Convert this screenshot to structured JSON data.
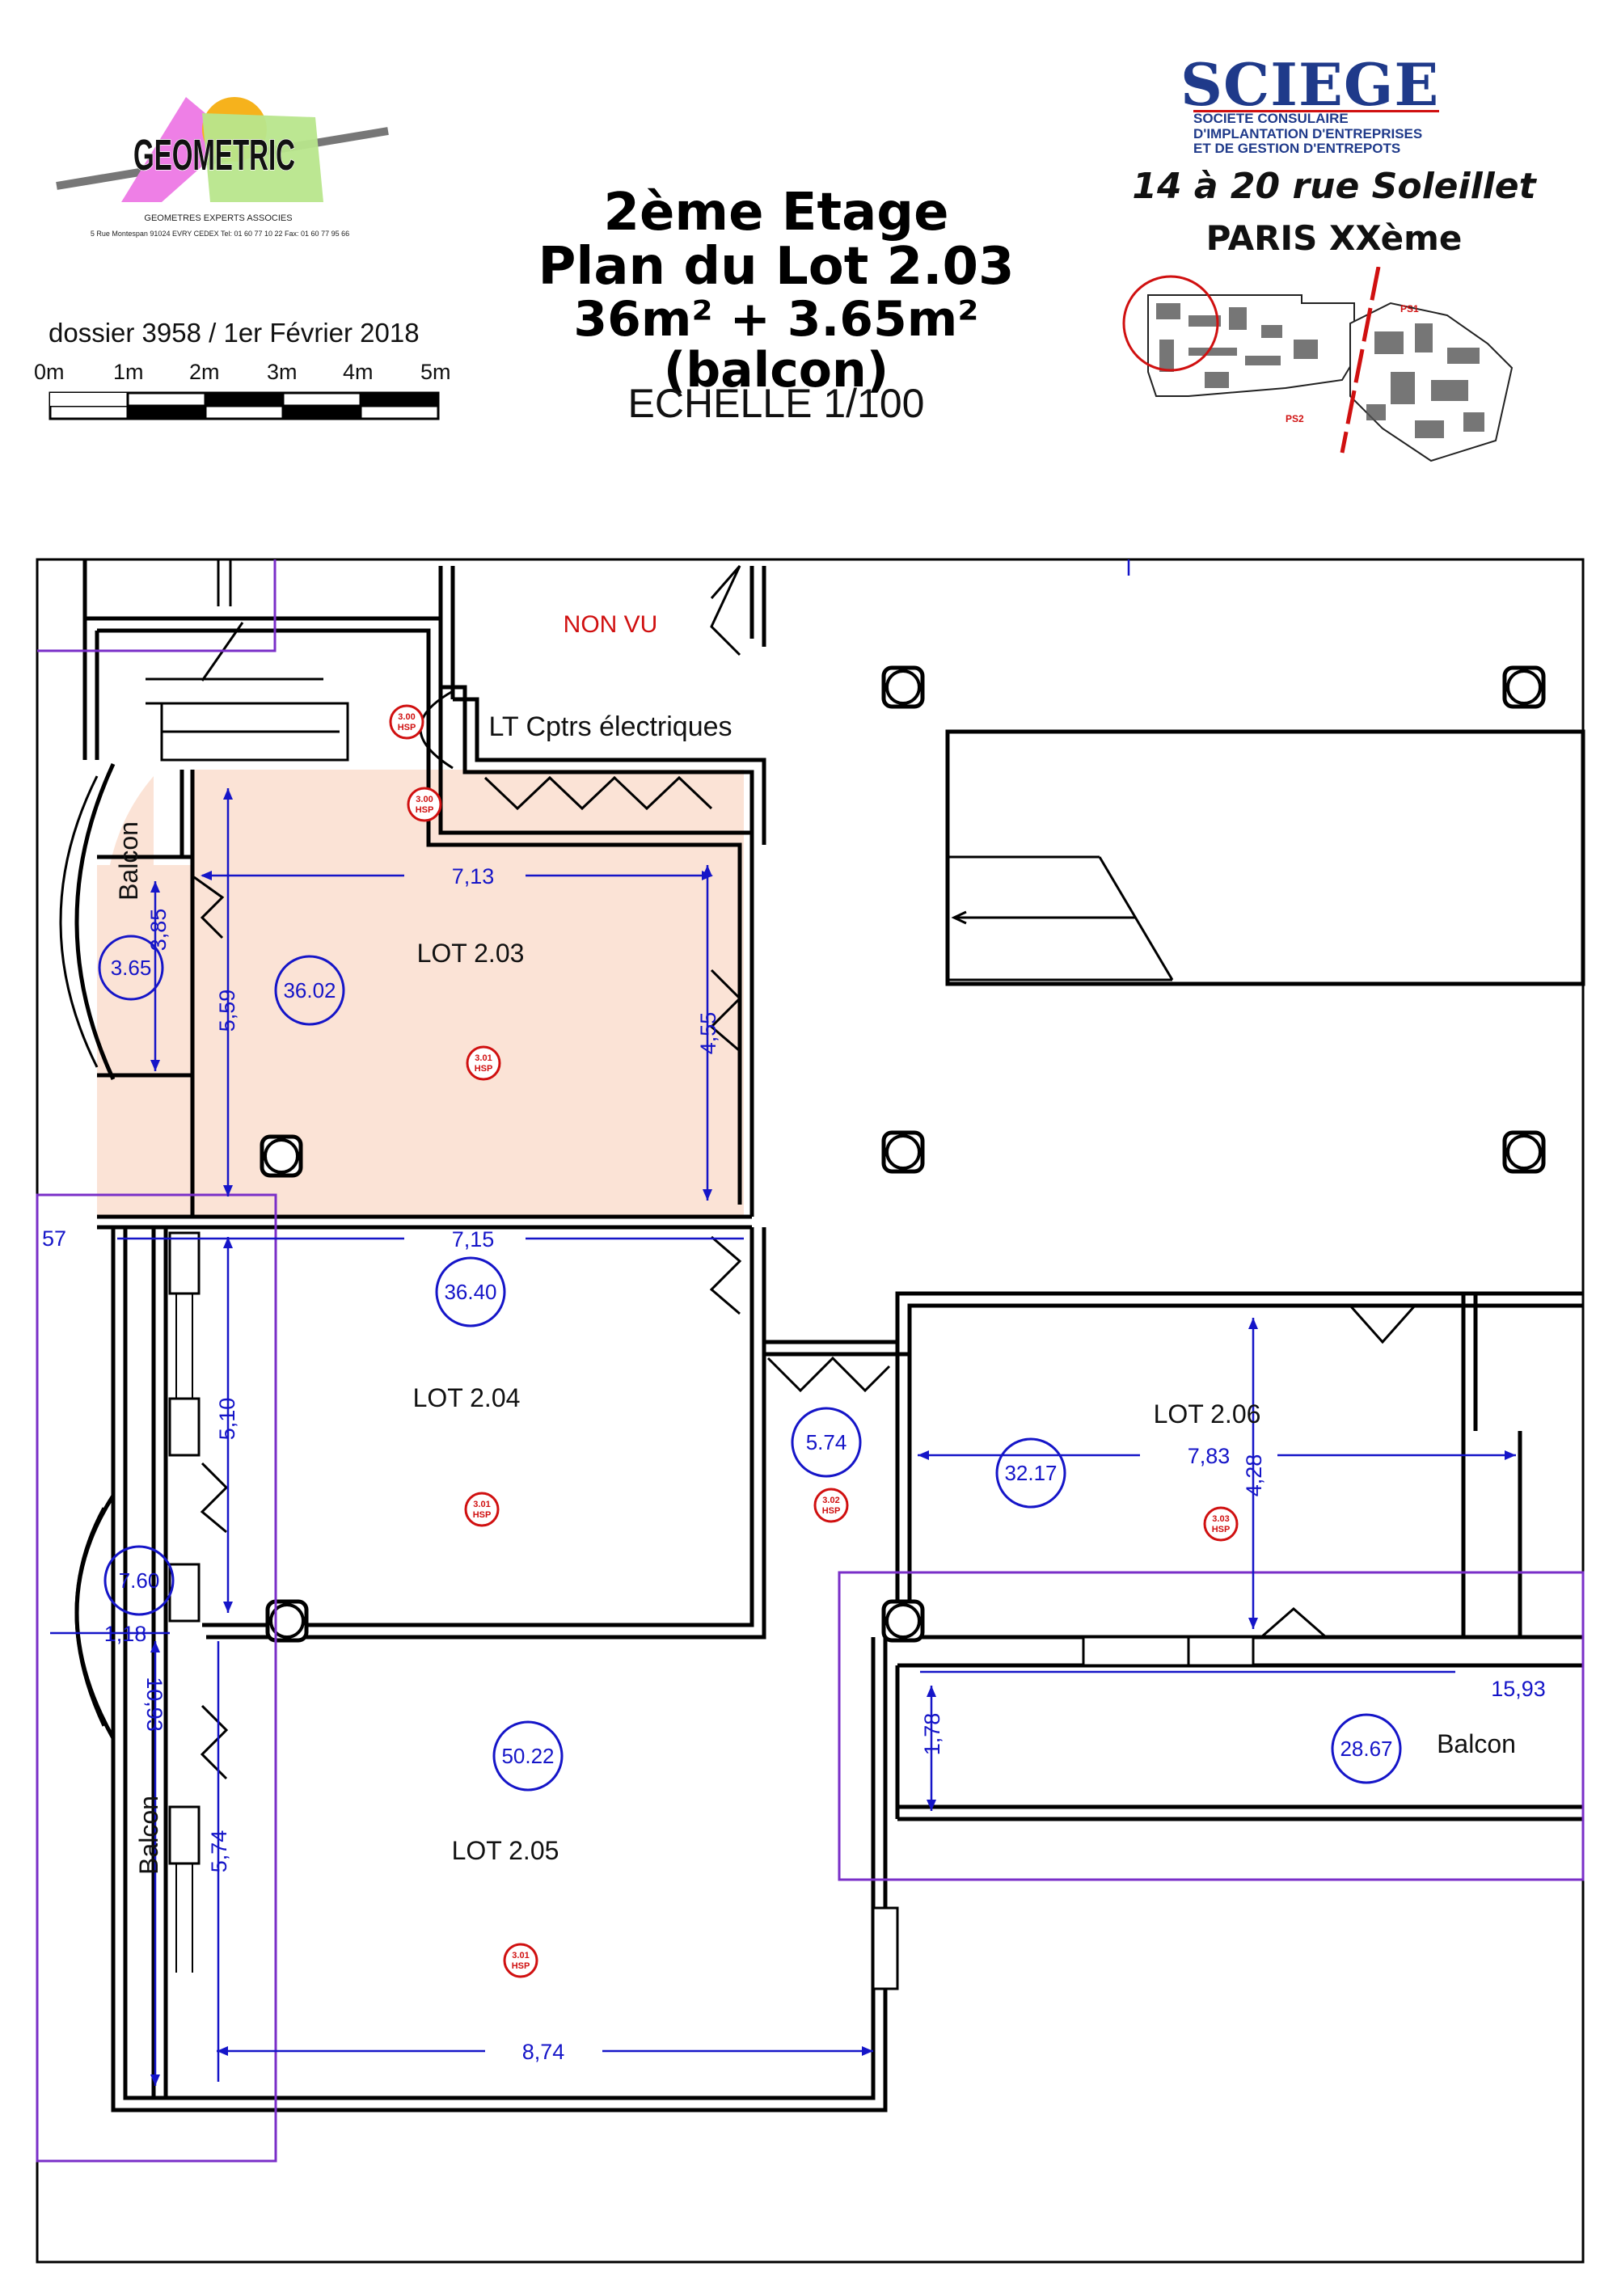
{
  "header": {
    "title_line1": "2ème Etage",
    "title_line2": "Plan du Lot 2.03",
    "title_line3": "36m² + 3.65m² (balcon)",
    "scale_label": "ECHELLE 1/100",
    "dossier": "dossier 3958 / 1er Février 2018",
    "scale_ticks": [
      "0m",
      "1m",
      "2m",
      "3m",
      "4m",
      "5m"
    ]
  },
  "geometric_logo": {
    "name": "GEOMETRIC",
    "subtitle": "GEOMETRES EXPERTS ASSOCIES",
    "address": "5 Rue Montespan 91024 EVRY CEDEX  Tel: 01 60 77 10 22 Fax: 01 60 77 95 66"
  },
  "sciege_logo": {
    "name": "SCIEGE",
    "line1": "SOCIETE CONSULAIRE",
    "line2": "D'IMPLANTATION D'ENTREPRISES",
    "line3": "ET DE GESTION D'ENTREPOTS",
    "address": "14 à 20  rue Soleillet",
    "city": "PARIS XXème",
    "key_ps1": "PS1",
    "key_ps2": "PS2"
  },
  "plan": {
    "non_vu": "NON VU",
    "lt_label": "LT Cptrs électriques",
    "lots": [
      {
        "id": "lot-2-03",
        "label": "LOT 2.03",
        "area": "36.02",
        "highlighted": true
      },
      {
        "id": "lot-2-04",
        "label": "LOT 2.04",
        "area": "36.40"
      },
      {
        "id": "lot-2-05",
        "label": "LOT 2.05",
        "area": "50.22"
      },
      {
        "id": "lot-2-06",
        "label": "LOT 2.06",
        "area": "32.17"
      }
    ],
    "balconies": [
      {
        "label": "Balcon",
        "area": "3.65"
      },
      {
        "label": "Balcon",
        "area": "7.60"
      },
      {
        "label": "Balcon",
        "area": "28.67"
      }
    ],
    "corridor_area": "5.74",
    "dimensions": {
      "d_713": "7,13",
      "d_385": "3,85",
      "d_559": "5,59",
      "d_455": "4,55",
      "d_715": "7,15",
      "d_510": "5,10",
      "d_118": "1,18",
      "d_1093": "10,93",
      "d_574": "5,74",
      "d_874": "8,74",
      "d_783": "7,83",
      "d_428": "4,28",
      "d_1593": "15,93",
      "d_178": "1,78",
      "d_57": "57"
    },
    "hsp_marks": [
      "3.00\nHSP",
      "3.00\nHSP",
      "3.01\nHSP",
      "3.01\nHSP",
      "3.02\nHSP",
      "3.03\nHSP",
      "3.01\nHSP"
    ],
    "hsp_lines": [
      "3.00",
      "3.01",
      "3.02",
      "3.03",
      "HSP"
    ],
    "colors": {
      "wall": "#000000",
      "dimension": "#1515c8",
      "hsp": "#d01010",
      "highlight": "#fbe3d6",
      "purple_frame": "#7a2fc8"
    }
  }
}
